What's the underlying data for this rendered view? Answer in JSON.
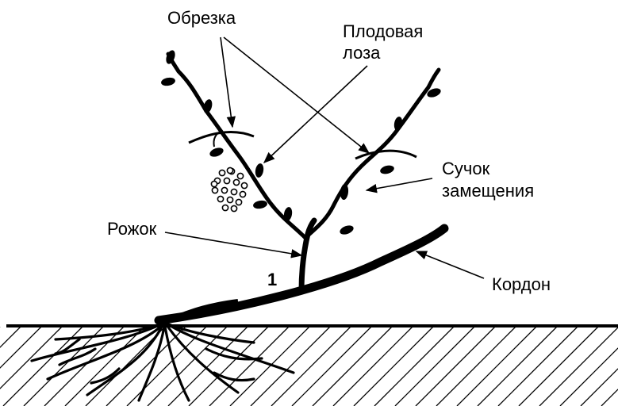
{
  "labels": {
    "obrezka": "Обрезка",
    "plodovaya_line1": "Плодовая",
    "plodovaya_line2": "лоза",
    "suchok_line1": "Сучок",
    "suchok_line2": "замещения",
    "rozhok": "Рожок",
    "kordon": "Кордон",
    "number": "1"
  }
}
